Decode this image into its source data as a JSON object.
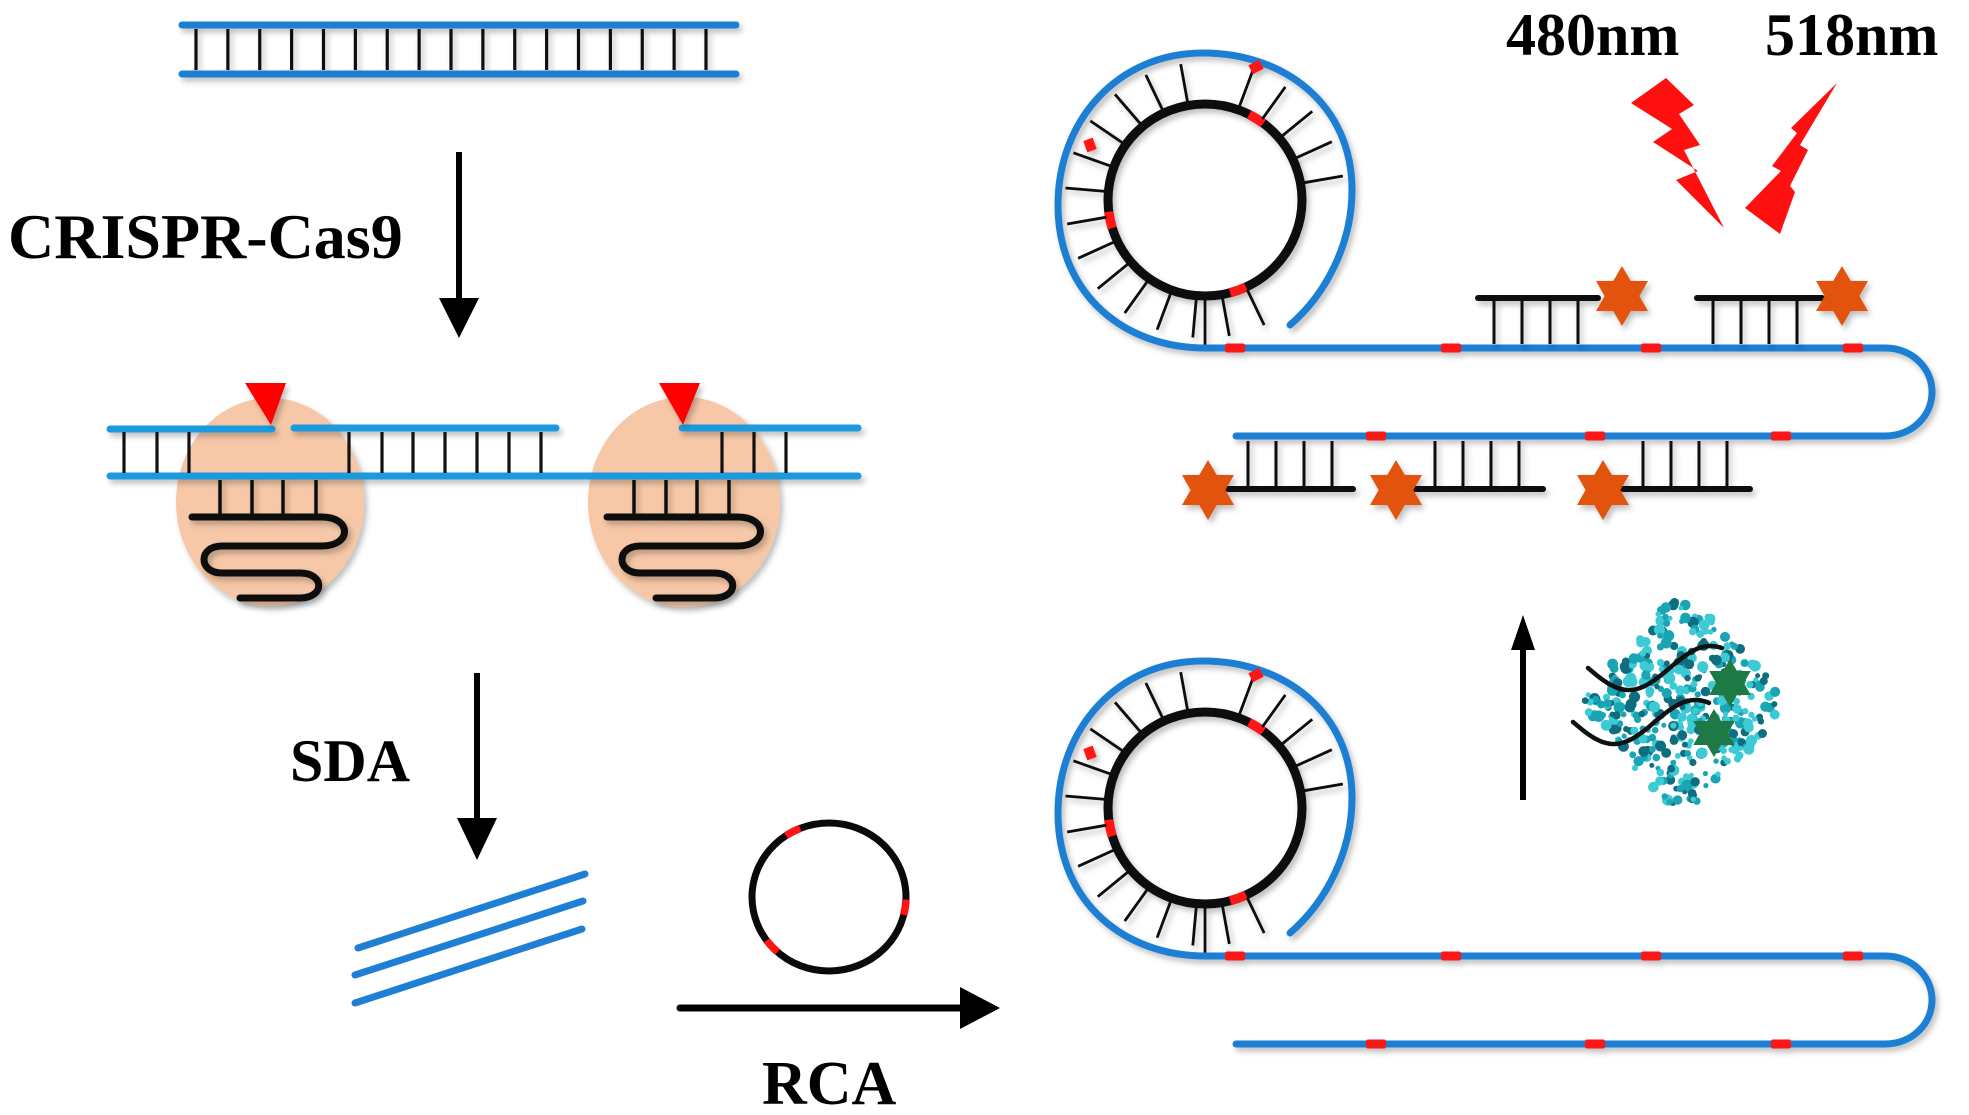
{
  "figure": {
    "description": "Schematic of CRISPR-Cas9 cleavage, strand displacement amplification (SDA) and rolling circle amplification (RCA) with fluorescent probe readout",
    "colors": {
      "dna_strand": "#1f7fd4",
      "rung": "#111111",
      "cas9_body": "#f5c6a5",
      "cleavage_marker": "#ff0000",
      "padlock": "#0a0a0a",
      "site_mark": "#ff1414",
      "fluorophore": "#e2520e",
      "excitation_bolt": "#ff1010",
      "protein_cluster": "#20b2bf",
      "quencher_star": "#1e7a45"
    }
  },
  "labels": {
    "step1": "CRISPR-Cas9",
    "step2": "SDA",
    "step3": "RCA",
    "wavelength_excitation": "480nm",
    "wavelength_emission": "518nm"
  },
  "elements": {
    "target_dsdna": {
      "rungs": 17
    },
    "cas9_complexes": [
      {
        "name": "cas9-complex-left",
        "sgrna_rungs": 4
      },
      {
        "name": "cas9-complex-right",
        "sgrna_rungs": 4
      }
    ],
    "sda_products": {
      "count": 3
    },
    "padlock_probe": {
      "red_sites": 3
    },
    "rca_product_upper": {
      "bound_probes": 5,
      "red_sites_upper": 4,
      "red_sites_lower": 3
    },
    "rca_product_lower": {
      "bound_probes": 0,
      "red_sites_upper": 4,
      "red_sites_lower": 3
    },
    "arrows": [
      "down",
      "down",
      "right",
      "up"
    ]
  }
}
